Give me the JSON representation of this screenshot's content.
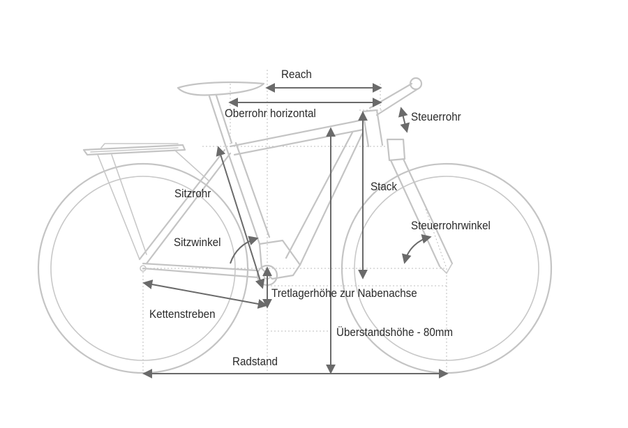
{
  "labels": {
    "reach": "Reach",
    "oberrohr": "Oberrohr horizontal",
    "steuerrohr": "Steuerrohr",
    "stack": "Stack",
    "sitzrohr": "Sitzrohr",
    "steuerrohrwinkel": "Steuerrohrwinkel",
    "sitzwinkel": "Sitzwinkel",
    "tretlager": "Tretlagerhöhe zur Nabenachse",
    "kettenstreben": "Kettenstreben",
    "ueberstand": "Überstandshöhe - 80mm",
    "radstand": "Radstand"
  },
  "colors": {
    "bike_line": "#c4c4c4",
    "measurement_line": "#6a6a6a",
    "text": "#2a2a2a",
    "background": "#ffffff"
  }
}
